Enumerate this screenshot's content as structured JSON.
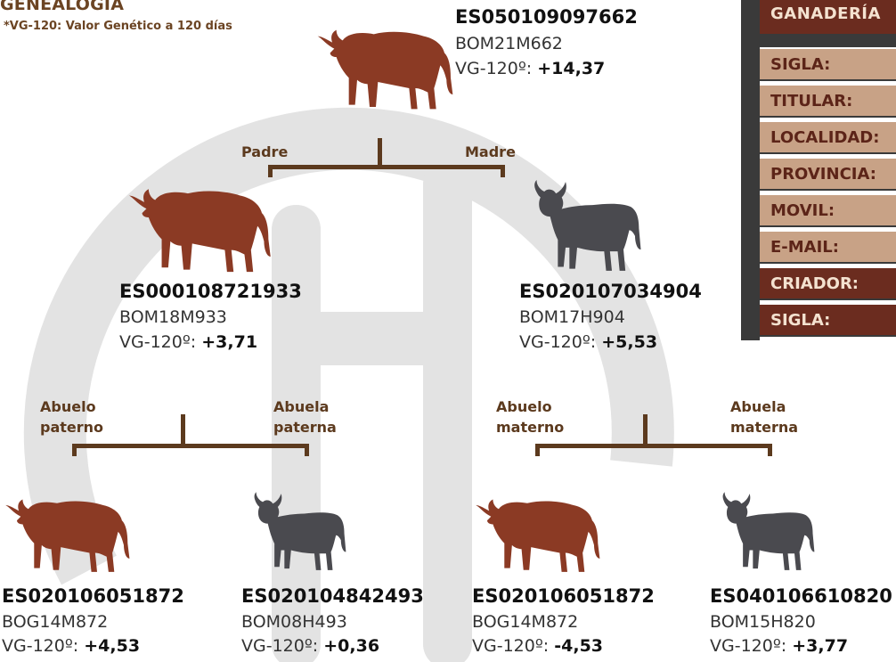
{
  "header": {
    "title": "GENEALOGÍA",
    "subtitle": "*VG-120: Valor Genético a 120 días"
  },
  "panel": {
    "header": "GANADERÍA",
    "rows": [
      "SIGLA:",
      "TITULAR:",
      "LOCALIDAD:",
      "PROVINCIA:",
      "MOVIL:",
      "E-MAIL:",
      "CRIADOR:",
      "SIGLA:"
    ]
  },
  "relations": {
    "padre": "Padre",
    "madre": "Madre",
    "abuelo_paterno": [
      "Abuelo",
      "paterno"
    ],
    "abuela_paterna": [
      "Abuela",
      "paterna"
    ],
    "abuelo_materno": [
      "Abuelo",
      "materno"
    ],
    "abuela_materna": [
      "Abuela",
      "materna"
    ]
  },
  "vg_label": "VG-120º: ",
  "animals": {
    "subject": {
      "id": "ES050109097662",
      "code": "BOM21M662",
      "vg": "+14,37",
      "icon": "bull-icon",
      "color": "#8b3a24"
    },
    "father": {
      "id": "ES000108721933",
      "code": "BOM18M933",
      "vg": "+3,71",
      "icon": "bull-icon",
      "color": "#8b3a24"
    },
    "mother": {
      "id": "ES020107034904",
      "code": "BOM17H904",
      "vg": "+5,53",
      "icon": "cow-icon",
      "color": "#4a4a4f"
    },
    "gf_paternal": {
      "id": "ES020106051872",
      "code": "BOG14M872",
      "vg": "+4,53",
      "icon": "bull-icon",
      "color": "#8b3a24"
    },
    "gm_paternal": {
      "id": "ES020104842493",
      "code": "BOM08H493",
      "vg": "+0,36",
      "icon": "cow-icon",
      "color": "#4a4a4f"
    },
    "gf_maternal": {
      "id": "ES020106051872",
      "code": "BOG14M872",
      "vg": "-4,53",
      "icon": "bull-icon",
      "color": "#8b3a24"
    },
    "gm_maternal": {
      "id": "ES040106610820",
      "code": "BOM15H820",
      "vg": "+3,77",
      "icon": "cow-icon",
      "color": "#4a4a4f"
    }
  }
}
